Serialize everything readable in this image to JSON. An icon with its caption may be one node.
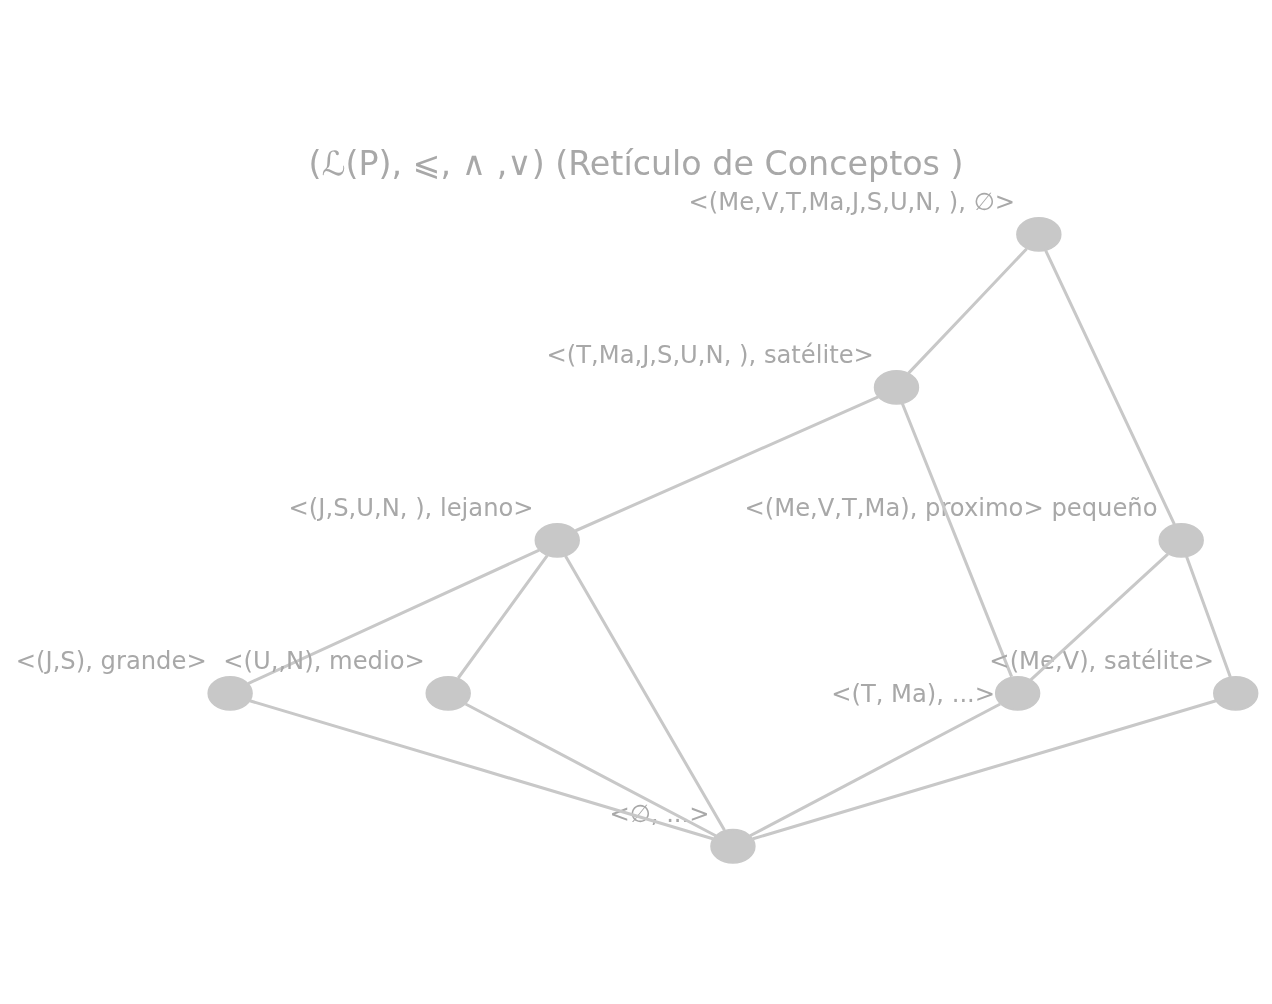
{
  "diagram": {
    "title": "(ℒ(P), ⩽, ∧ ,∨) (Retículo de Conceptos )",
    "nodes": [
      {
        "text": [],
        "shape": "circle",
        "beside": [
          "<(Me,V,T,Ma,J,S,U,N, ), ∅>"
        ]
      },
      {
        "text": [],
        "shape": "circle",
        "beside": [
          "<(T,Ma,J,S,U,N, ), satélite>"
        ]
      },
      {
        "text": [],
        "shape": "circle",
        "beside": [
          "<(Me,V,T,Ma), proximo> pequeño"
        ]
      },
      {
        "text": [],
        "shape": "circle",
        "beside": [
          "<(J,S,U,N, ), lejano>"
        ]
      },
      {
        "text": [],
        "shape": "circle",
        "beside": [
          "<(Me,V), satélite>"
        ]
      },
      {
        "text": [],
        "shape": "circle",
        "beside": [
          "<(T, Ma), ...>"
        ]
      },
      {
        "text": [],
        "shape": "circle",
        "beside": [
          "<(J,S), grande>"
        ]
      },
      {
        "text": [],
        "shape": "circle",
        "beside": [
          "<(U,,N), medio>"
        ]
      },
      {
        "text": [],
        "shape": "circle",
        "beside": [
          "<∅, ...>"
        ]
      }
    ],
    "edges": [
      {
        "from": 0,
        "to": 2,
        "arrow": "none"
      },
      {
        "from": 0,
        "to": 1,
        "arrow": "none"
      },
      {
        "from": 1,
        "to": 5,
        "arrow": "none"
      },
      {
        "from": 1,
        "to": 3,
        "arrow": "none"
      },
      {
        "from": 2,
        "to": 4,
        "arrow": "none"
      },
      {
        "from": 2,
        "to": 5,
        "arrow": "none"
      },
      {
        "from": 3,
        "to": 8,
        "arrow": "none"
      },
      {
        "from": 3,
        "to": 6,
        "arrow": "none"
      },
      {
        "from": 3,
        "to": 7,
        "arrow": "none"
      },
      {
        "from": 4,
        "to": 8,
        "arrow": "none"
      },
      {
        "from": 5,
        "to": 8,
        "arrow": "none"
      },
      {
        "from": 6,
        "to": 8,
        "arrow": "none"
      },
      {
        "from": 7,
        "to": 8,
        "arrow": "none"
      }
    ]
  }
}
